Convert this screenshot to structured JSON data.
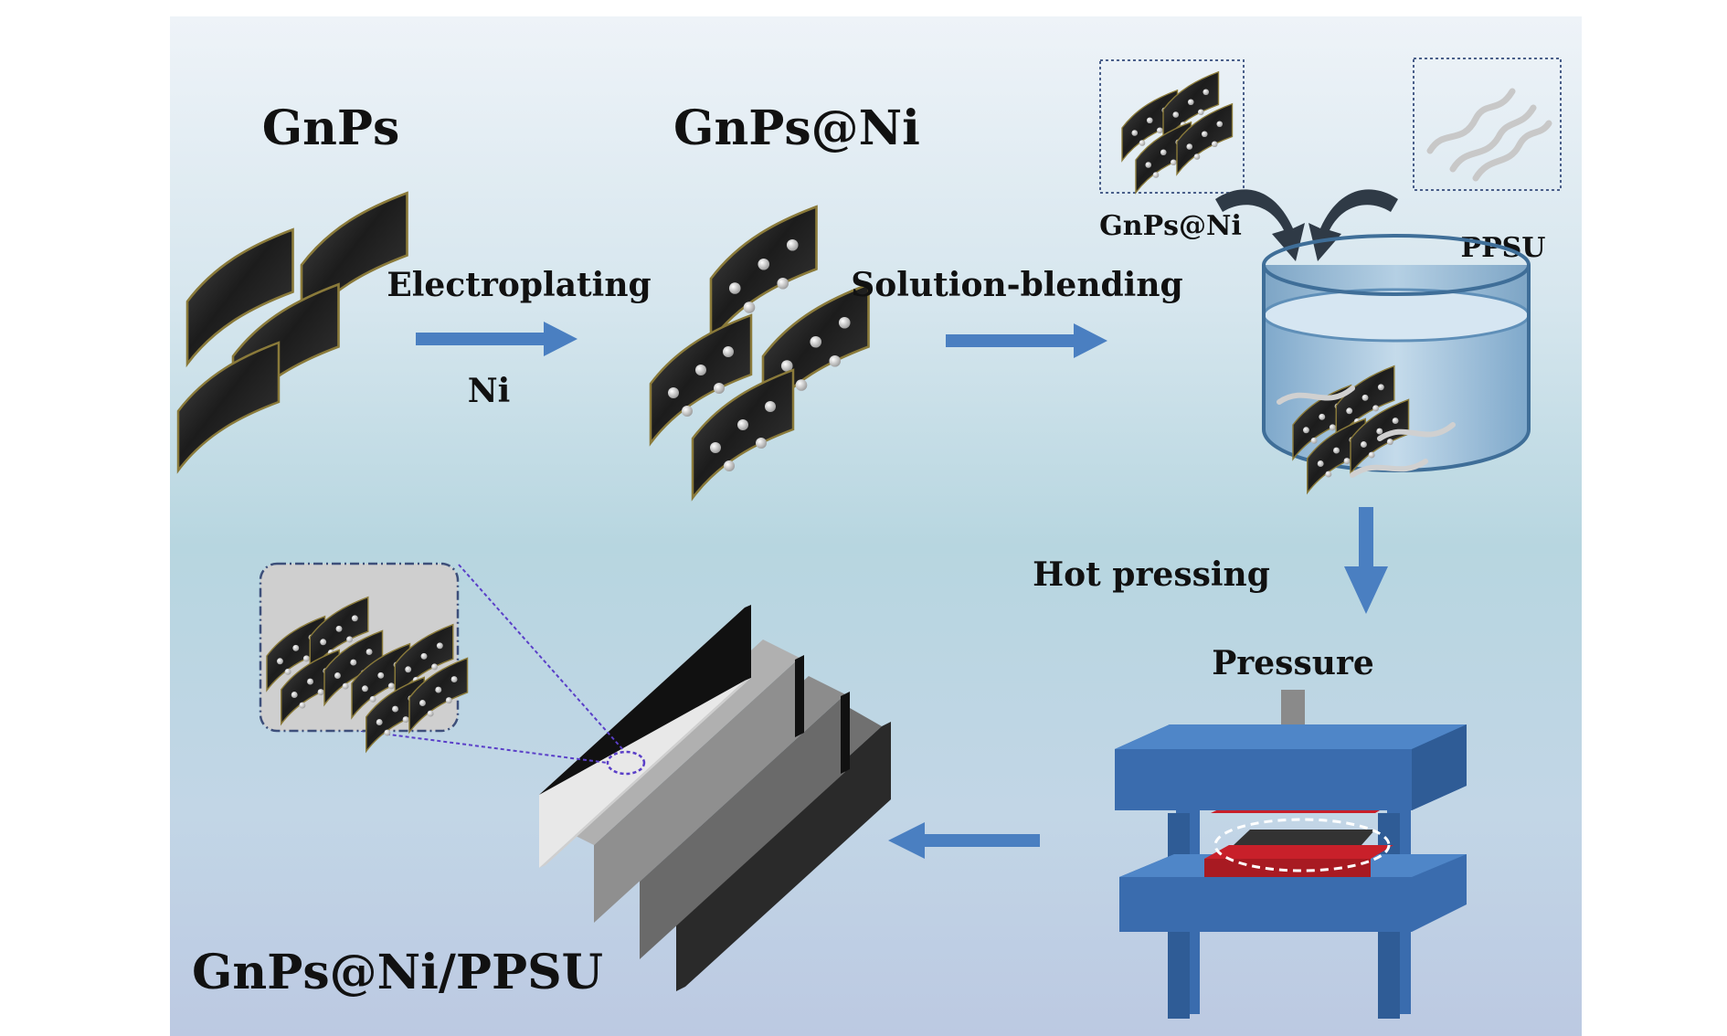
{
  "labels": {
    "gnps": "GnPs",
    "gnps_ni": "GnPs@Ni",
    "electroplating": "Electroplating",
    "ni": "Ni",
    "solution_blending": "Solution-blending",
    "inset_gnps_ni": "GnPs@Ni",
    "ppsu": "PPSU",
    "hot_pressing": "Hot pressing",
    "pressure": "Pressure",
    "product": "GnPs@Ni/PPSU"
  },
  "colors": {
    "arrow": "#4a7fc1",
    "press": "#3a6cae",
    "pad": "#d0222a",
    "flake": "#262626"
  }
}
